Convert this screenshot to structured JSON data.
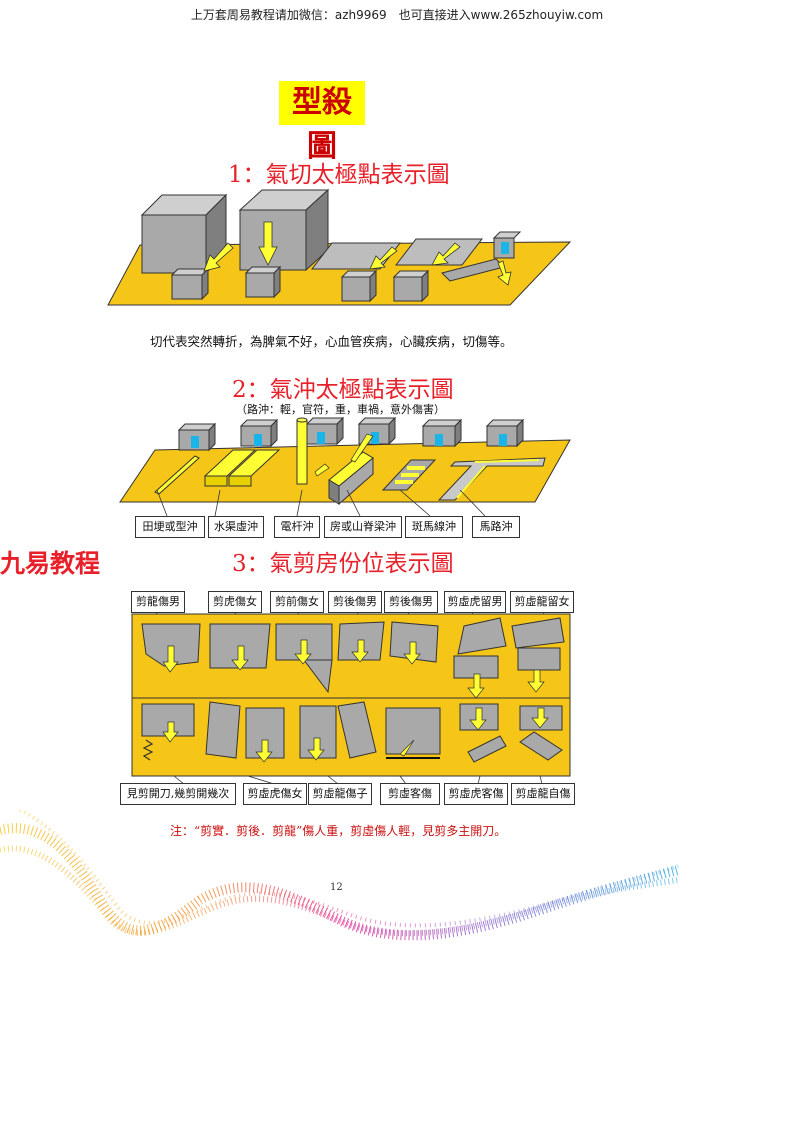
{
  "header": "上万套周易教程请加微信：azh9969　也可直接进入www.265zhouyiw.com",
  "title": "型殺圖",
  "watermark": "九易教程",
  "section1": {
    "title": "1：氣切太極點表示圖",
    "caption": "切代表突然轉折，為脾氣不好，心血管疾病，心臟疾病，切傷等。"
  },
  "section2": {
    "title": "2：氣沖太極點表示圖",
    "subcaption": "（路沖：輕，官符，重，車禍，意外傷害）",
    "labels": [
      "田埂或型沖",
      "水渠虛沖",
      "電杆沖",
      "房或山脊梁沖",
      "斑馬線沖",
      "馬路沖"
    ]
  },
  "section3": {
    "title": "3：氣剪房份位表示圖",
    "top_labels": [
      "剪龍傷男",
      "剪虎傷女",
      "剪前傷女",
      "剪後傷男",
      "剪後傷男",
      "剪虛虎留男",
      "剪虛龍留女"
    ],
    "bottom_labels": [
      "見剪開刀,幾剪開幾次",
      "剪虛虎傷女",
      "剪虛龍傷子",
      "剪虛客傷",
      "剪虛虎客傷",
      "剪虛龍自傷"
    ]
  },
  "note": "注：“剪實．剪後．剪龍”傷人重，剪虛傷人輕，見剪多主開刀。",
  "page_number": "12",
  "colors": {
    "title_red": "#e8202a",
    "ground": "#f5c518",
    "arrow": "#ffff33",
    "box": "#a9a9a9",
    "window": "#19b5e8"
  }
}
